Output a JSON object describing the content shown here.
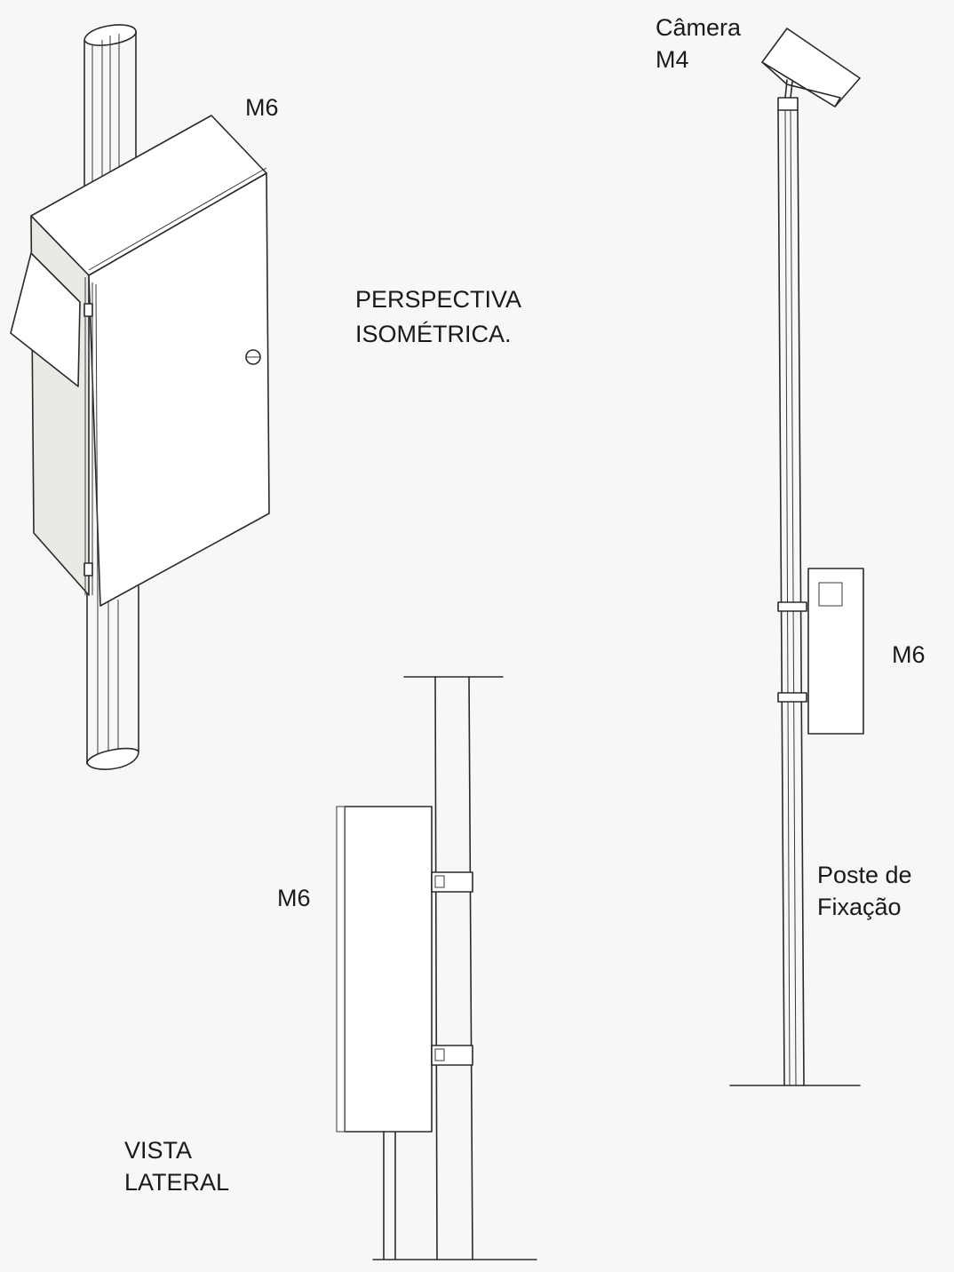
{
  "labels": {
    "iso_m6": "M6",
    "perspective": [
      "PERSPECTIVA",
      "ISOMÉTRICA."
    ],
    "camera": [
      "Câmera",
      "M4"
    ],
    "right_m6": "M6",
    "pole": [
      "Poste de",
      "Fixação"
    ],
    "side_m6": "M6",
    "side_view": [
      "VISTA",
      "LATERAL"
    ]
  }
}
